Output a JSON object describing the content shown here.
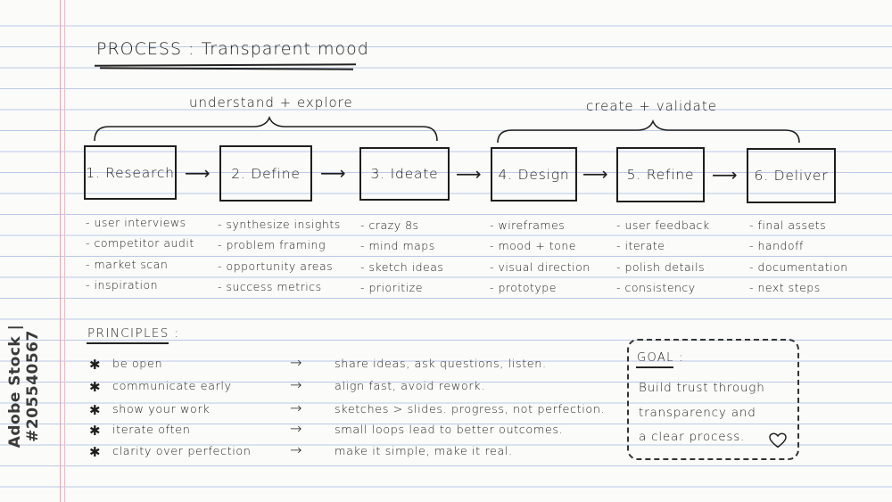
{
  "title": "PROCESS :  Transparent mood",
  "phases": [
    {
      "label": "understand + explore"
    },
    {
      "label": "create + validate"
    }
  ],
  "steps": [
    {
      "label": "1. Research",
      "tasks": [
        "- user interviews",
        "- competitor audit",
        "- market scan",
        "- inspiration"
      ]
    },
    {
      "label": "2. Define",
      "tasks": [
        "- synthesize insights",
        "- problem framing",
        "- opportunity areas",
        "- success metrics"
      ]
    },
    {
      "label": "3. Ideate",
      "tasks": [
        "- crazy 8s",
        "- mind maps",
        "- sketch ideas",
        "- prioritize"
      ]
    },
    {
      "label": "4. Design",
      "tasks": [
        "- wireframes",
        "- mood + tone",
        "- visual direction",
        "- prototype"
      ]
    },
    {
      "label": "5. Refine",
      "tasks": [
        "- user feedback",
        "- iterate",
        "- polish details",
        "- consistency"
      ]
    },
    {
      "label": "6. Deliver",
      "tasks": [
        "- final assets",
        "- handoff",
        "- documentation",
        "- next steps"
      ]
    }
  ],
  "arrow_glyph": "⟶",
  "principles": {
    "heading": "PRINCIPLES :",
    "bullet": "✱",
    "arrow": "→",
    "items": [
      {
        "title": "be open",
        "desc": "share ideas, ask questions, listen."
      },
      {
        "title": "communicate early",
        "desc": "align fast, avoid rework."
      },
      {
        "title": "show your work",
        "desc": "sketches > slides. progress, not perfection."
      },
      {
        "title": "iterate often",
        "desc": "small loops lead to better outcomes."
      },
      {
        "title": "clarity over perfection",
        "desc": "make it simple, make it real."
      }
    ]
  },
  "goal": {
    "label": "GOAL :",
    "lines": [
      "Build trust through",
      "transparency and",
      "a clear process."
    ],
    "icon": "heart-icon"
  },
  "watermark": "Adobe Stock | #205540567",
  "colors": {
    "ink": "#1e1e1e",
    "rule_lines": "#b9c9e6",
    "margin": "#e8a3b0",
    "paper": "#fbfbf9"
  }
}
